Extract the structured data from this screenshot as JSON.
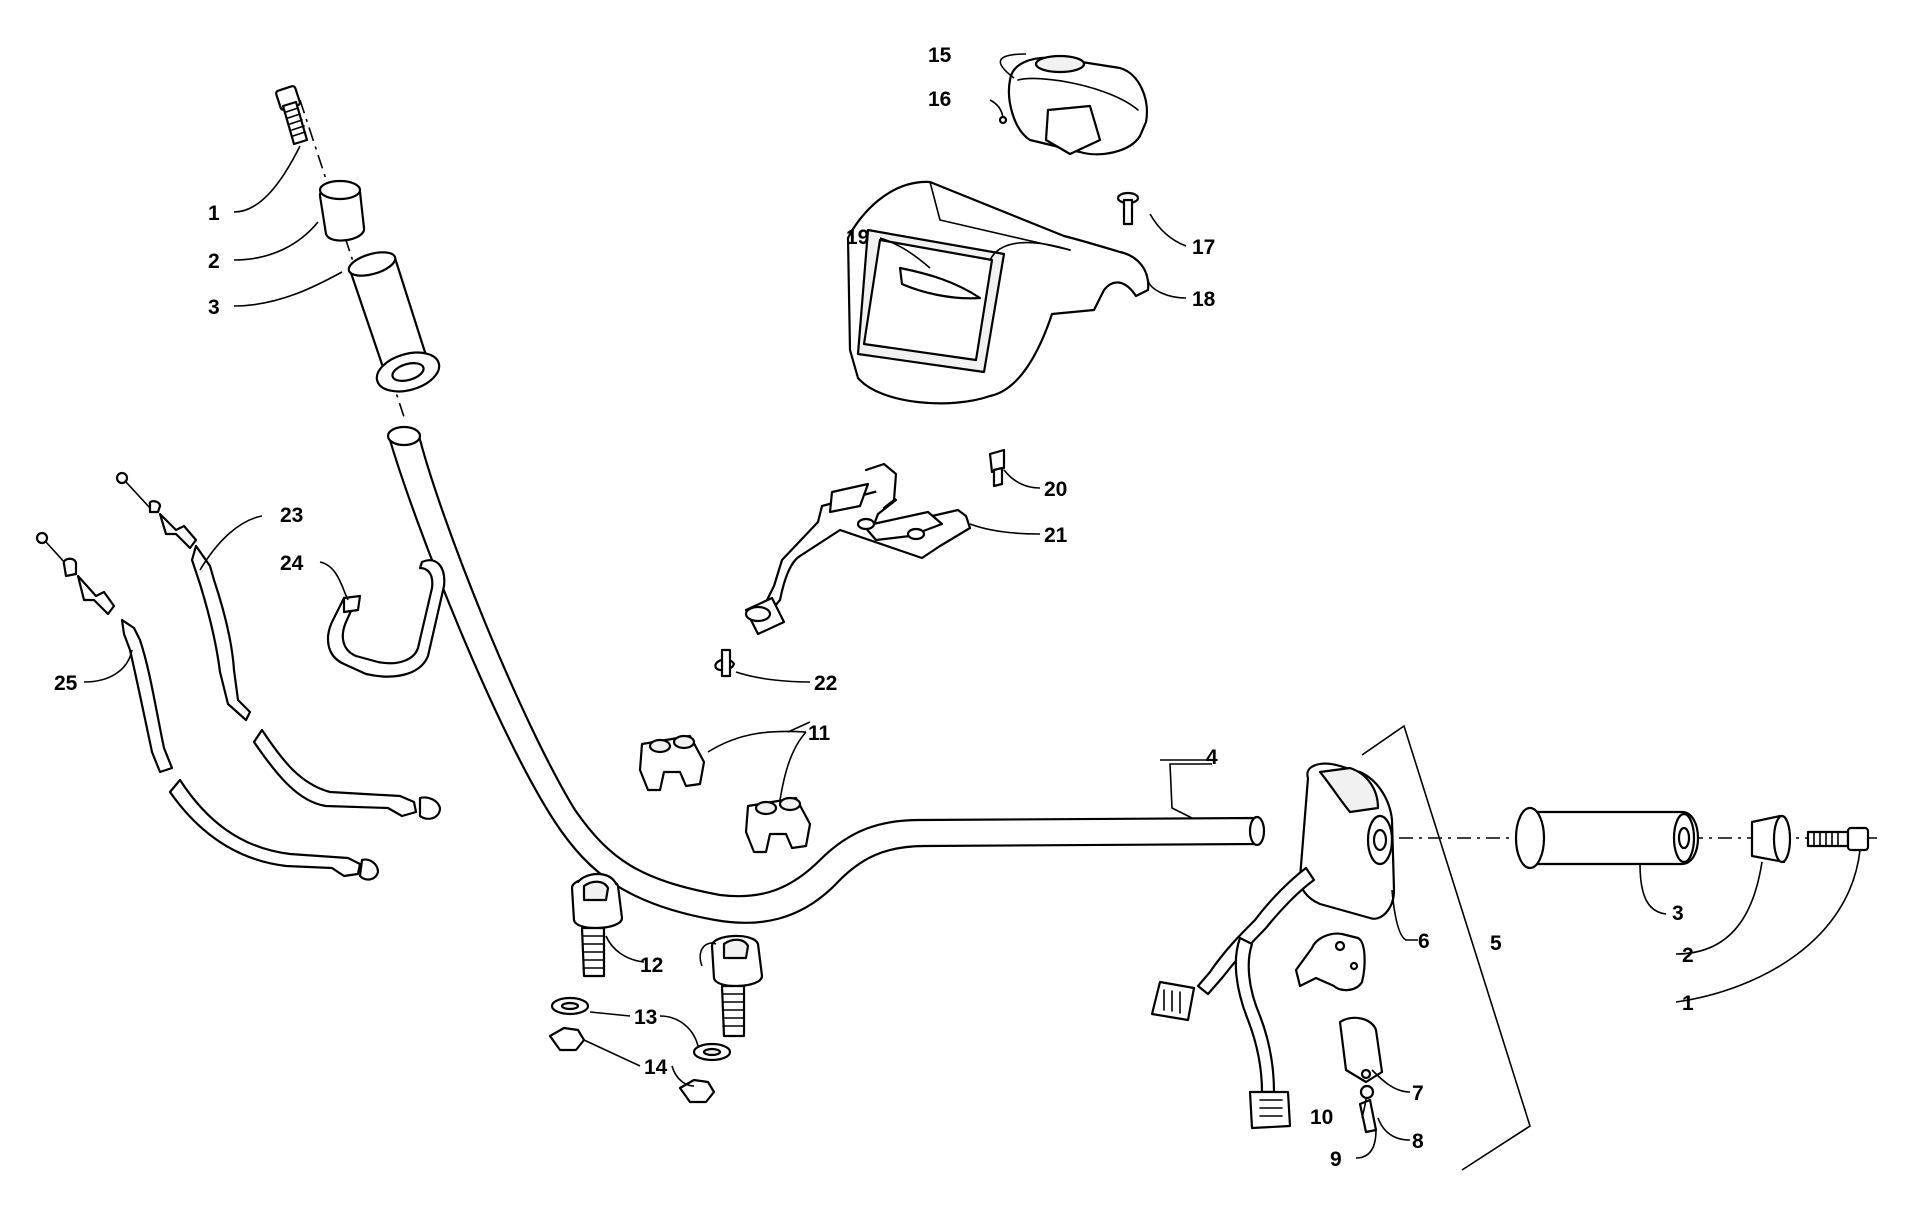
{
  "diagram": {
    "callouts": [
      {
        "id": "c1-left",
        "label": "1"
      },
      {
        "id": "c2-left",
        "label": "2"
      },
      {
        "id": "c3-left",
        "label": "3"
      },
      {
        "id": "c4",
        "label": "4"
      },
      {
        "id": "c5",
        "label": "5"
      },
      {
        "id": "c6",
        "label": "6"
      },
      {
        "id": "c7",
        "label": "7"
      },
      {
        "id": "c8",
        "label": "8"
      },
      {
        "id": "c9",
        "label": "9"
      },
      {
        "id": "c10",
        "label": "10"
      },
      {
        "id": "c11",
        "label": "11"
      },
      {
        "id": "c12",
        "label": "12"
      },
      {
        "id": "c13",
        "label": "13"
      },
      {
        "id": "c14",
        "label": "14"
      },
      {
        "id": "c15",
        "label": "15"
      },
      {
        "id": "c16",
        "label": "16"
      },
      {
        "id": "c17",
        "label": "17"
      },
      {
        "id": "c18",
        "label": "18"
      },
      {
        "id": "c19",
        "label": "19"
      },
      {
        "id": "c20",
        "label": "20"
      },
      {
        "id": "c21",
        "label": "21"
      },
      {
        "id": "c22",
        "label": "22"
      },
      {
        "id": "c23",
        "label": "23"
      },
      {
        "id": "c24",
        "label": "24"
      },
      {
        "id": "c25",
        "label": "25"
      },
      {
        "id": "c3-right",
        "label": "3"
      },
      {
        "id": "c2-right",
        "label": "2"
      },
      {
        "id": "c1-right",
        "label": "1"
      }
    ]
  }
}
